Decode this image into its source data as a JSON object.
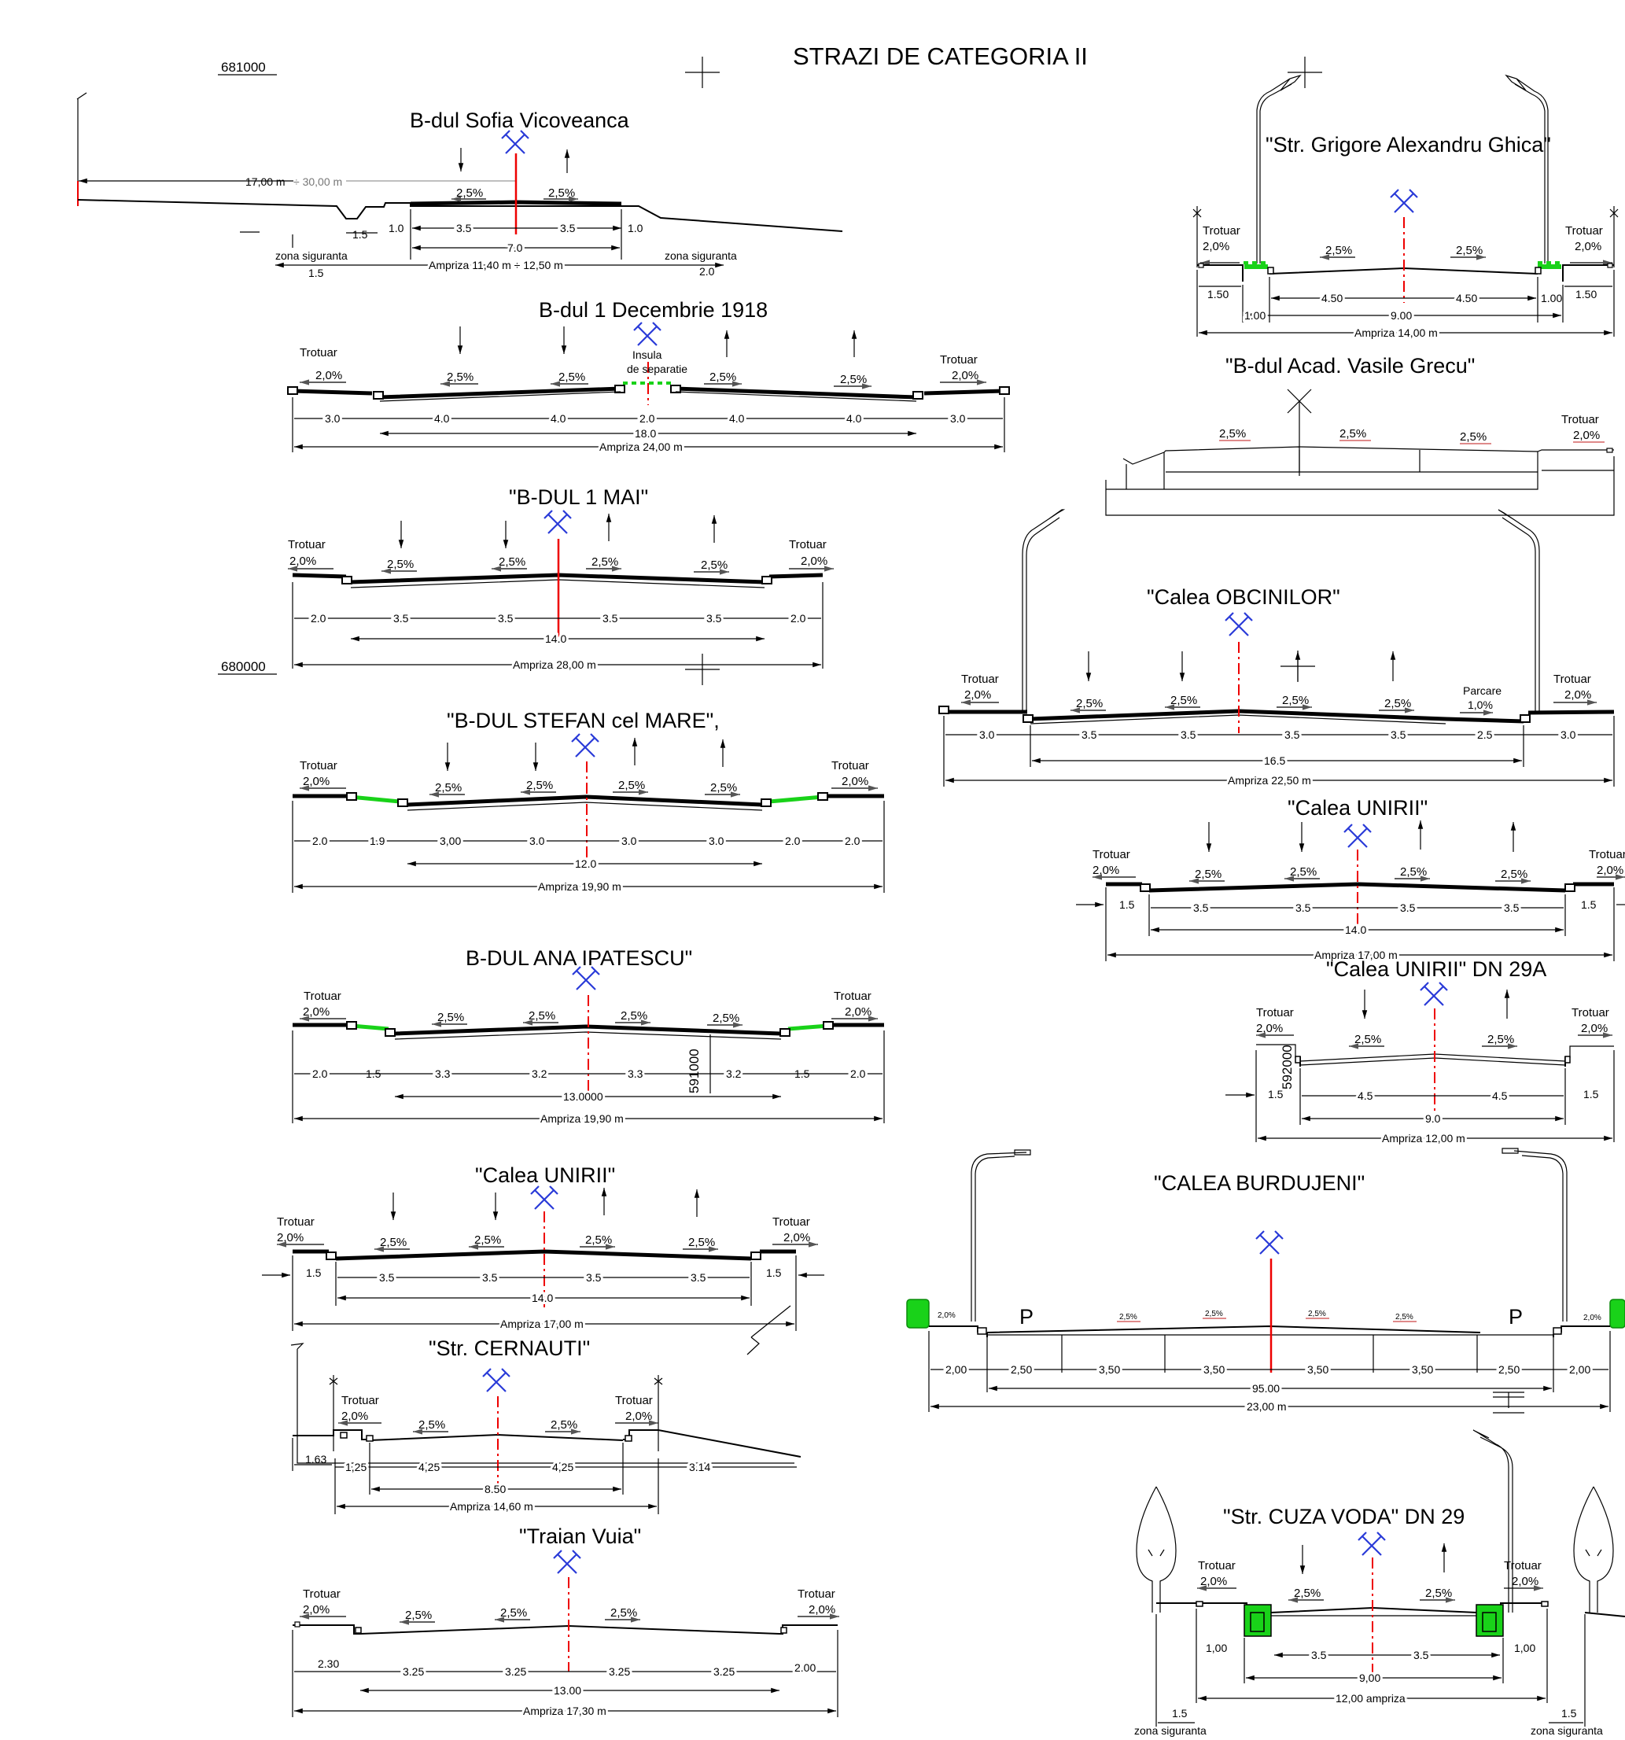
{
  "sheet_title": "STRAZI DE CATEGORIA   II",
  "coords": {
    "n1": "681000",
    "n2": "680000",
    "e1": "591000",
    "e2": "592000"
  },
  "common": {
    "trotuar": "Trotuar",
    "slope_walk": "2,0%",
    "slope_road": "2,5%",
    "parcare": "Parcare",
    "parcare_slope": "1,0%",
    "park_p": "P"
  },
  "sections": {
    "sofia": {
      "title": "B-dul Sofia Vicoveanca",
      "width_range": "17,00 m",
      "width_range2": "÷ 30,00 m",
      "d1": "1.5",
      "d2": "1.0",
      "d3": "3.5",
      "d4": "3.5",
      "d5": "1.0",
      "total": "7.0",
      "ampriza": "Ampriza 11,40 m ÷ 12,50 m",
      "zona_left": "zona siguranta",
      "zona_left_w": "1.5",
      "zona_right": "zona siguranta",
      "zona_right_w": "2.0"
    },
    "dec1918": {
      "title": "B-dul 1 Decembrie 1918",
      "insula1": "Insula",
      "insula2": "de separatie",
      "d_side": "3.0",
      "d_lane": "4.0",
      "d_insula": "2.0",
      "total": "18.0",
      "ampriza": "Ampriza 24,00 m"
    },
    "mai1": {
      "title": "\"B-DUL 1 MAI\"",
      "d_side": "2.0",
      "d_lane": "3.5",
      "total": "14.0",
      "ampriza": "Ampriza 28,00 m"
    },
    "stefan": {
      "title": "\"B-DUL STEFAN cel MARE\",",
      "d_side": "2.0",
      "d_green": "1.9",
      "d_lane1": "3,00",
      "d_lane": "3.0",
      "total": "12.0",
      "ampriza": "Ampriza 19,90 m"
    },
    "ana": {
      "title": "B-DUL ANA IPATESCU\"",
      "d_side": "2.0",
      "d_green": "1.5",
      "d_l1": "3.3",
      "d_l2": "3.2",
      "total": "13.0000",
      "ampriza": "Ampriza 19,90 m"
    },
    "unirii_l": {
      "title": "\"Calea UNIRII\"",
      "d_side": "1.5",
      "d_lane": "3.5",
      "total": "14.0",
      "ampriza": "Ampriza 17,00 m"
    },
    "cernauti": {
      "title": "\"Str. CERNAUTI\"",
      "d_left": "1.63",
      "d_curb": "1,25",
      "d_lane": "4,25",
      "d_right": "3.14",
      "total": "8.50",
      "ampriza": "Ampriza 14,60 m"
    },
    "traian": {
      "title": "\"Traian Vuia\"",
      "d_left": "2.30",
      "d_lane": "3.25",
      "d_right": "2.00",
      "total": "13.00",
      "ampriza": "Ampriza 17,30 m"
    },
    "ghica": {
      "title": "\"Str. Grigore Alexandru Ghica\"",
      "d_walk": "1.50",
      "d_green": "1.00",
      "d_lane": "4.50",
      "total": "9.00",
      "ampriza": "Ampriza 14,00 m"
    },
    "grecu": {
      "title": "\"B-dul Acad. Vasile Grecu\""
    },
    "obcini": {
      "title": "\"Calea OBCINILOR\"",
      "d_side": "3.0",
      "d_lane": "3.5",
      "d_park": "2.5",
      "total": "16.5",
      "ampriza": "Ampriza 22,50 m"
    },
    "unirii_r": {
      "title": "\"Calea UNIRII\"",
      "d_side": "1.5",
      "d_lane": "3.5",
      "total": "14.0",
      "ampriza": "Ampriza 17,00 m"
    },
    "unirii_dn": {
      "title": "\"Calea UNIRII\"   DN 29A",
      "d_side": "1.5",
      "d_lane": "4.5",
      "total": "9.0",
      "ampriza": "Ampriza 12,00 m"
    },
    "burdujeni": {
      "title": "\"CALEA BURDUJENI\"",
      "d_side": "2,00",
      "d_park": "2,50",
      "d_lane": "3,50",
      "total": "95.00",
      "ampriza": "23,00 m"
    },
    "cuza": {
      "title": "\"Str. CUZA VODA\"   DN 29",
      "d_side": "1,00",
      "d_lane": "3.5",
      "total": "9,00",
      "ampriza": "12,00 ampriza",
      "zona": "zona siguranta",
      "zona_w": "1.5"
    }
  }
}
